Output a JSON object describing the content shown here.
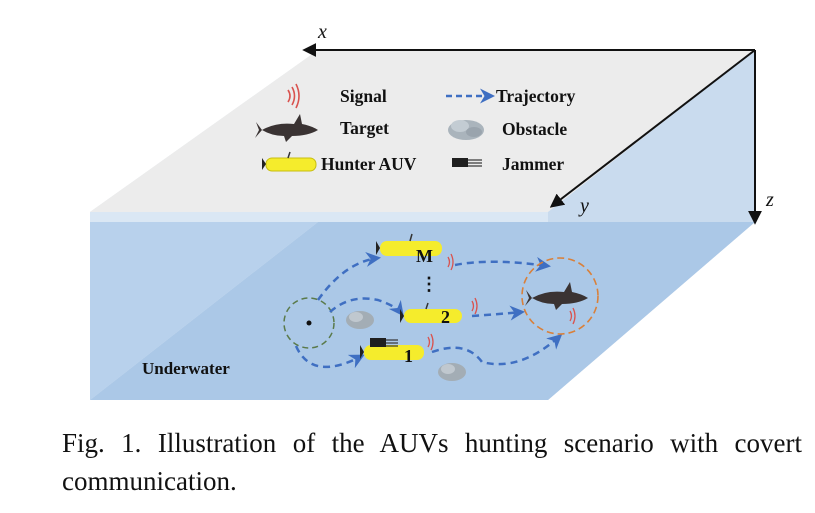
{
  "axes": {
    "x": "x",
    "y": "y",
    "z": "z"
  },
  "legend": {
    "signal": "Signal",
    "trajectory": "Trajectory",
    "target": "Target",
    "obstacle": "Obstacle",
    "hunter_auv": "Hunter AUV",
    "jammer": "Jammer"
  },
  "auv_labels": {
    "top": "M",
    "dots": "⋮",
    "mid": "2",
    "bottom": "1"
  },
  "underwater_label": "Underwater",
  "caption": {
    "prefix": "Fig. 1.",
    "text": "Illustration of the AUVs hunting scenario with covert communication."
  },
  "colors": {
    "top_face": "#ebebeb",
    "water_face": "#a9c7e6",
    "side_face": "#cfdff0",
    "trajectory": "#3f6fc2",
    "auv_body": "#f5ec2c",
    "signal": "#d9534f",
    "circle": "#d9803a"
  }
}
